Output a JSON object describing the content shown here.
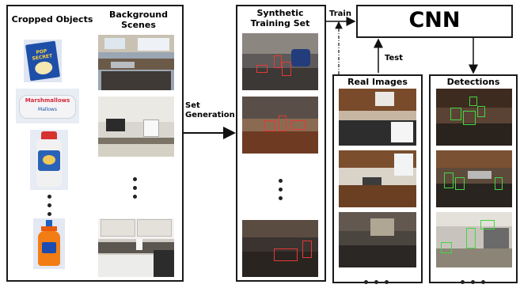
{
  "panels": {
    "cropped_objects": "Cropped Objects",
    "background_scenes": "Background Scenes",
    "synthetic_training_set": "Synthetic Training Set",
    "real_images": "Real Images",
    "detections": "Detections",
    "cnn": "CNN"
  },
  "arrows": {
    "set_generation": "Set Generation",
    "train": "Train",
    "test": "Test"
  },
  "products": {
    "popcorn": "POP SECRET",
    "marshmallow": "Marshmallows",
    "marshmallow_sub": "Mallows"
  },
  "colors": {
    "detection_box": "#43d643",
    "synthetic_box": "#e53935"
  }
}
